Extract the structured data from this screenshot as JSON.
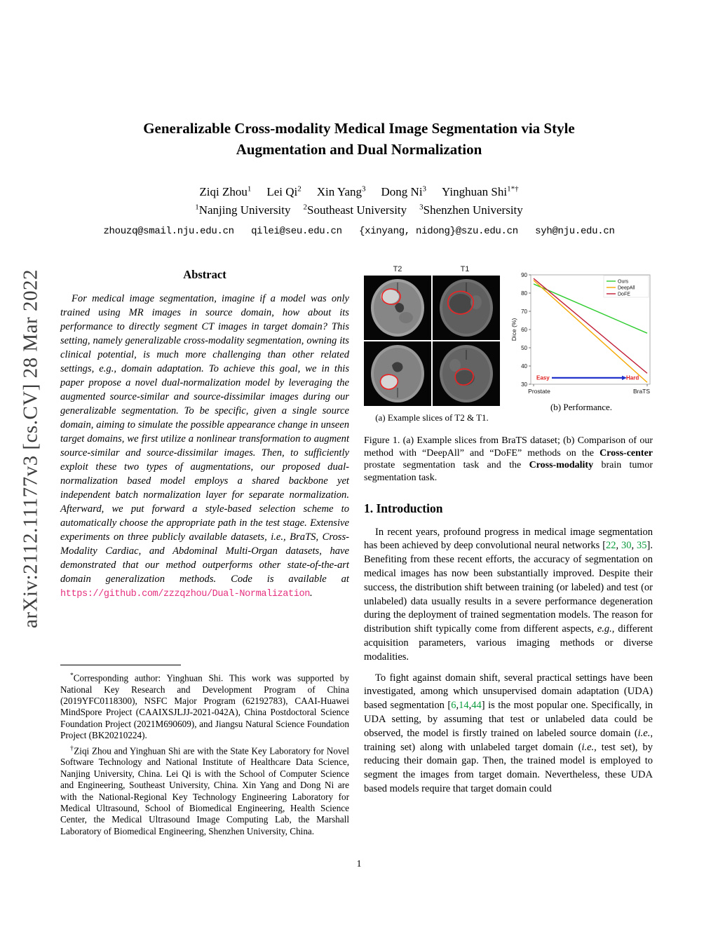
{
  "page": {
    "number": "1",
    "arxiv_stamp": "arXiv:2112.11177v3  [cs.CV]  28 Mar 2022"
  },
  "header": {
    "title": "Generalizable Cross-modality Medical Image Segmentation via Style Augmentation and Dual Normalization",
    "authors": [
      {
        "name": "Ziqi Zhou",
        "sup": "1"
      },
      {
        "name": "Lei Qi",
        "sup": "2"
      },
      {
        "name": "Xin Yang",
        "sup": "3"
      },
      {
        "name": "Dong Ni",
        "sup": "3"
      },
      {
        "name": "Yinghuan Shi",
        "sup": "1*†"
      }
    ],
    "affiliations": [
      {
        "sup": "1",
        "name": "Nanjing University"
      },
      {
        "sup": "2",
        "name": "Southeast University"
      },
      {
        "sup": "3",
        "name": "Shenzhen University"
      }
    ],
    "emails": "zhouzq@smail.nju.edu.cn   qilei@seu.edu.cn   {xinyang, nidong}@szu.edu.cn   syh@nju.edu.cn"
  },
  "abstract": {
    "heading": "Abstract",
    "segments": [
      {
        "t": "For medical image segmentation, imagine if a model was only trained using MR images in source domain, how about its performance to directly segment CT images in target domain? This setting, namely generalizable cross-modality segmentation, owning its clinical potential, is much more challenging than other related settings, e.g., domain adaptation. To achieve this goal, we in this paper propose a novel dual-normalization model by leveraging the augmented source-similar and source-dissimilar images during our generalizable segmentation. To be specific, given a single source domain, aiming to simulate the possible appearance change in unseen target domains, we first utilize a nonlinear transformation to augment source-similar and source-dissimilar images. Then, to sufficiently exploit these two types of augmentations, our proposed dual-normalization based model employs a shared backbone yet independent batch normalization layer for separate normalization. Afterward, we put forward a style-based selection scheme to automatically choose the appropriate path in the test stage. Extensive experiments on three publicly available datasets, i.e., BraTS, Cross-Modality Cardiac, and Abdominal Multi-Organ datasets, have demonstrated that our method outperforms other state-of-the-art domain generalization methods. Code is available at "
      },
      {
        "t": "https://github.com/zzzqzhou/Dual-Normalization",
        "c": "url"
      },
      {
        "t": "."
      }
    ]
  },
  "figure1": {
    "col_labels": [
      "T2",
      "T1"
    ],
    "sub_caption_a": "(a) Example slices of T2 & T1.",
    "sub_caption_b": "(b) Performance.",
    "caption_segments": [
      {
        "t": "Figure 1. (a) Example slices from BraTS dataset; (b) Comparison of our method with “DeepAll” and “DoFE” methods on the "
      },
      {
        "t": "Cross-center",
        "c": "b"
      },
      {
        "t": " prostate segmentation task and the "
      },
      {
        "t": "Cross-modality",
        "c": "b"
      },
      {
        "t": " brain tumor segmentation task."
      }
    ]
  },
  "chart_data": {
    "type": "line",
    "categories": [
      "Prostate",
      "BraTS"
    ],
    "series": [
      {
        "name": "Ours",
        "color": "#2ecc2e",
        "values": [
          85,
          58
        ]
      },
      {
        "name": "DeepAll",
        "color": "#f5a700",
        "values": [
          87,
          31
        ]
      },
      {
        "name": "DoFE",
        "color": "#c01b33",
        "values": [
          88,
          36
        ]
      }
    ],
    "ylabel": "Dice (%)",
    "ylim": [
      30,
      90
    ],
    "yticks": [
      30,
      40,
      50,
      60,
      70,
      80,
      90
    ],
    "grid": false,
    "legend_position": "top-right",
    "annotations": {
      "easy": "Easy",
      "hard": "Hard",
      "label_color": "#e02020",
      "arrow_color": "#2233cc"
    }
  },
  "introduction": {
    "heading": "1. Introduction",
    "para1_segments": [
      {
        "t": "In recent years, profound progress in medical image segmentation has been achieved by deep convolutional neural networks ["
      },
      {
        "t": "22",
        "c": "cite"
      },
      {
        "t": ", "
      },
      {
        "t": "30",
        "c": "cite"
      },
      {
        "t": ", "
      },
      {
        "t": "35",
        "c": "cite"
      },
      {
        "t": "]. Benefiting from these recent efforts, the accuracy of segmentation on medical images has now been substantially improved. Despite their success, the distribution shift between training (or labeled) and test (or unlabeled) data usually results in a severe performance degeneration during the deployment of trained segmentation models. The reason for distribution shift typically come from different aspects, "
      },
      {
        "t": "e.g.",
        "c": "it"
      },
      {
        "t": ", different acquisition parameters, various imaging methods or diverse modalities."
      }
    ],
    "para2_segments": [
      {
        "t": "To fight against domain shift, several practical settings have been investigated, among which unsupervised domain adaptation (UDA) based segmentation ["
      },
      {
        "t": "6",
        "c": "cite"
      },
      {
        "t": ","
      },
      {
        "t": "14",
        "c": "cite"
      },
      {
        "t": ","
      },
      {
        "t": "44",
        "c": "cite"
      },
      {
        "t": "] is the most popular one. Specifically, in UDA setting, by assuming that test or unlabeled data could be observed, the model is firstly trained on labeled source domain ("
      },
      {
        "t": "i.e.",
        "c": "it"
      },
      {
        "t": ", training set) along with unlabeled target domain ("
      },
      {
        "t": "i.e.",
        "c": "it"
      },
      {
        "t": ", test set), by reducing their domain gap. Then, the trained model is employed to segment the images from target domain. Nevertheless, these UDA based models require that target domain could"
      }
    ]
  },
  "footnotes": {
    "f1_segments": [
      {
        "t": "*",
        "c": "fsup"
      },
      {
        "t": "Corresponding author: Yinghuan Shi. This work was supported by National Key Research and Development Program of China (2019YFC0118300), NSFC Major Program (62192783), CAAI-Huawei MindSpore Project (CAAIXSJLJJ-2021-042A), China Postdoctoral Science Foundation Project (2021M690609), and Jiangsu Natural Science Foundation Project (BK20210224)."
      }
    ],
    "f2_segments": [
      {
        "t": "†",
        "c": "fsup"
      },
      {
        "t": "Ziqi Zhou and Yinghuan Shi are with the State Key Laboratory for Novel Software Technology and National Institute of Healthcare Data Science, Nanjing University, China. Lei Qi is with the School of Computer Science and Engineering, Southeast University, China. Xin Yang and Dong Ni are with the National-Regional Key Technology Engineering Laboratory for Medical Ultrasound, School of Biomedical Engineering, Health Science Center, the Medical Ultrasound Image Computing Lab, the Marshall Laboratory of Biomedical Engineering, Shenzhen University, China."
      }
    ]
  }
}
